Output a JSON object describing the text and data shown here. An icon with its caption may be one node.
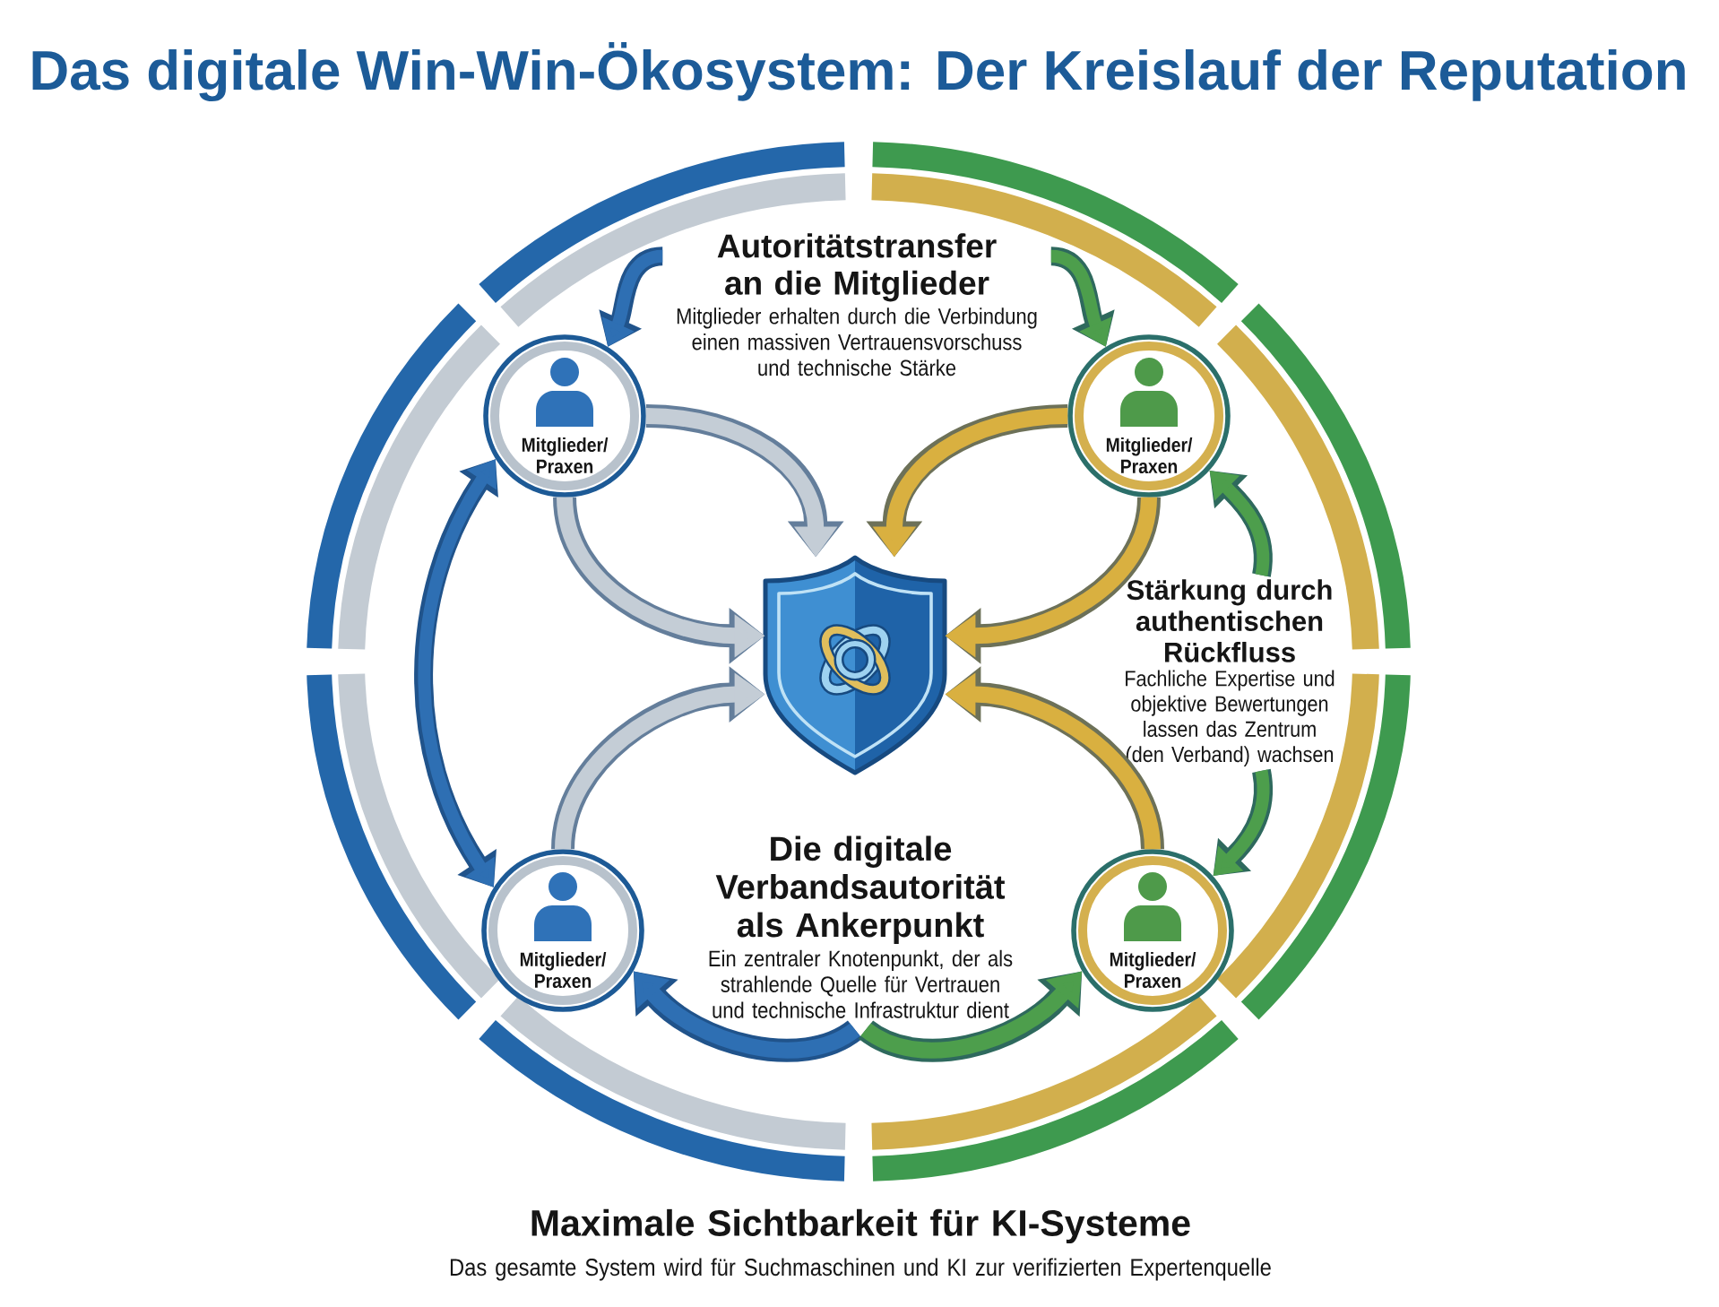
{
  "diagram": {
    "title": "Das digitale Win-Win-Ökosystem: Der Kreislauf der Reputation",
    "nodes": [
      {
        "text": [
          "Autoritätstransfer an die Mitglieder",
          "Mitglieder erhalten durch die Verbindung einen massiven Vertrauensvorschuss und technische Stärke"
        ]
      },
      {
        "text": [
          "Mitglieder/ Praxen"
        ]
      },
      {
        "text": [
          "Mitglieder/ Praxen"
        ]
      },
      {
        "text": [],
        "shape": "shield"
      },
      {
        "text": [
          "Stärkung durch authentischen Rückfluss",
          "Fachliche Expertise und objektive Bewertungen lassen das Zentrum (den Verband) wachsen"
        ]
      },
      {
        "text": [
          "Die digitale Verbandsautorität als Ankerpunkt",
          "Ein zentraler Knotenpunkt, der als strahlende Quelle für Vertrauen und technische Infrastruktur dient"
        ]
      },
      {
        "text": [
          "Mitglieder/ Praxen"
        ]
      },
      {
        "text": [
          "Mitglieder/ Praxen"
        ]
      }
    ],
    "edges": [
      {
        "from": 0,
        "to": 1,
        "arrow": "to",
        "color": "#2e6fb3"
      },
      {
        "from": 0,
        "to": 2,
        "arrow": "to",
        "color": "#4d9e4c"
      },
      {
        "from": 1,
        "to": 3,
        "arrow": "to",
        "color": "#c4cdd6"
      },
      {
        "from": 1,
        "to": 3,
        "arrow": "to",
        "color": "#c4cdd6"
      },
      {
        "from": 2,
        "to": 3,
        "arrow": "to",
        "color": "#d9b040"
      },
      {
        "from": 2,
        "to": 3,
        "arrow": "to",
        "color": "#d9b040"
      },
      {
        "from": 1,
        "to": 6,
        "arrow": "both",
        "color": "#2e6fb3"
      },
      {
        "from": 4,
        "to": 2,
        "arrow": "to",
        "color": "#4d9e4c"
      },
      {
        "from": 4,
        "to": 7,
        "arrow": "to",
        "color": "#4d9e4c"
      },
      {
        "from": 6,
        "to": 3,
        "arrow": "to",
        "color": "#c4cdd6"
      },
      {
        "from": 7,
        "to": 3,
        "arrow": "to",
        "color": "#d9b040"
      },
      {
        "from": 5,
        "to": 6,
        "arrow": "to",
        "color": "#2e6fb3"
      },
      {
        "from": 5,
        "to": 7,
        "arrow": "to",
        "color": "#4d9e4c"
      }
    ],
    "labels": [
      "Maximale Sichtbarkeit für KI-Systeme",
      "Das gesamte System wird für Suchmaschinen und KI zur verifizierten Expertenquelle"
    ]
  }
}
